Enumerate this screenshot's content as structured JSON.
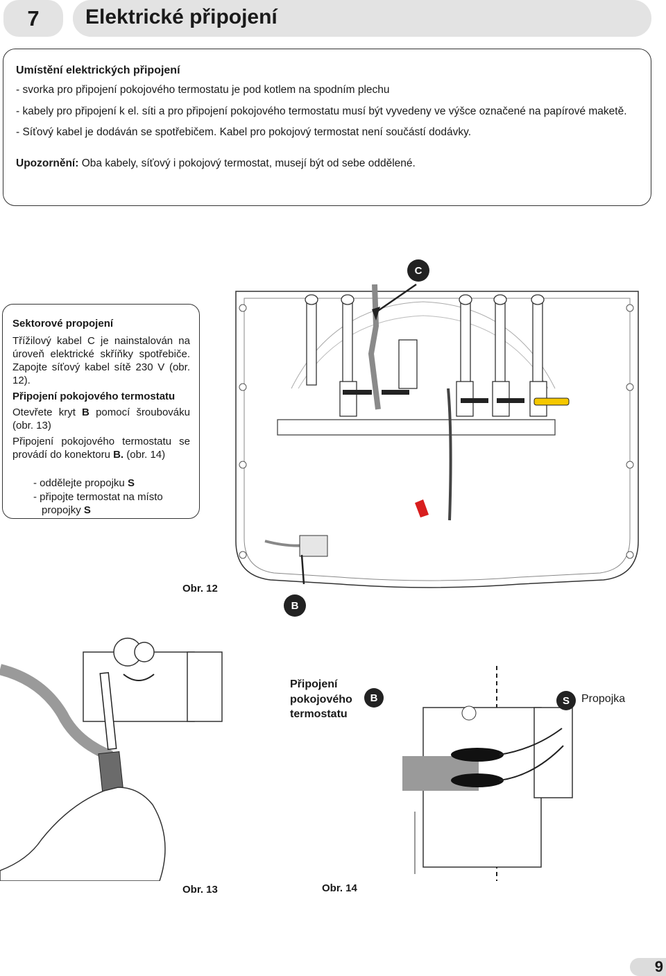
{
  "header": {
    "chapter_number": "7",
    "chapter_title": "Elektrické připojení"
  },
  "location_box": {
    "heading": "Umístění elektrických připojení",
    "items": [
      "- svorka pro připojení pokojového termostatu je pod kotlem na spodním plechu",
      "- kabely pro připojení k el. síti a pro připojení pokojového termostatu musí být vyvedeny ve výšce označené na papírové maketě.",
      "- Síťový kabel je dodáván se spotřebičem. Kabel pro pokojový termostat není součástí dodávky."
    ],
    "warning_label": "Upozornění:",
    "warning_text": " Oba kabely, síťový i pokojový termostat, musejí být od sebe oddělené."
  },
  "sector_box": {
    "heading": "Sektorové propojení",
    "p1": "Třížilový kabel C je nainstalován na úroveň elektrické skříňky spotřebiče. Zapojte síťový kabel sítě 230 V (obr. 12).",
    "thermo_heading": "Připojení pokojového termostatu",
    "p2_a": "Otevřete kryt ",
    "p2_b": "B",
    "p2_c": " pomocí šroubováku (obr. 13)",
    "p3_a": "Připojení pokojového termostatu se provádí do  konektoru ",
    "p3_b": "B.",
    "p3_c": " (obr. 14)",
    "bullet1_a": "- oddělejte propojku ",
    "bullet1_b": "S",
    "bullet2_a": "- připojte termostat na místo propojky ",
    "bullet2_b": "S"
  },
  "figures": {
    "fig12_label": "Obr. 12",
    "fig13_label": "Obr. 13",
    "fig14_label": "Obr. 14",
    "callout_c": "C",
    "callout_b": "B",
    "callout_b2": "B",
    "callout_s": "S",
    "fig14_title_line1": "Připojení",
    "fig14_title_line2": "pokojového",
    "fig14_title_line3": "termostatu",
    "propojka": "Propojka"
  },
  "page_number": "9"
}
